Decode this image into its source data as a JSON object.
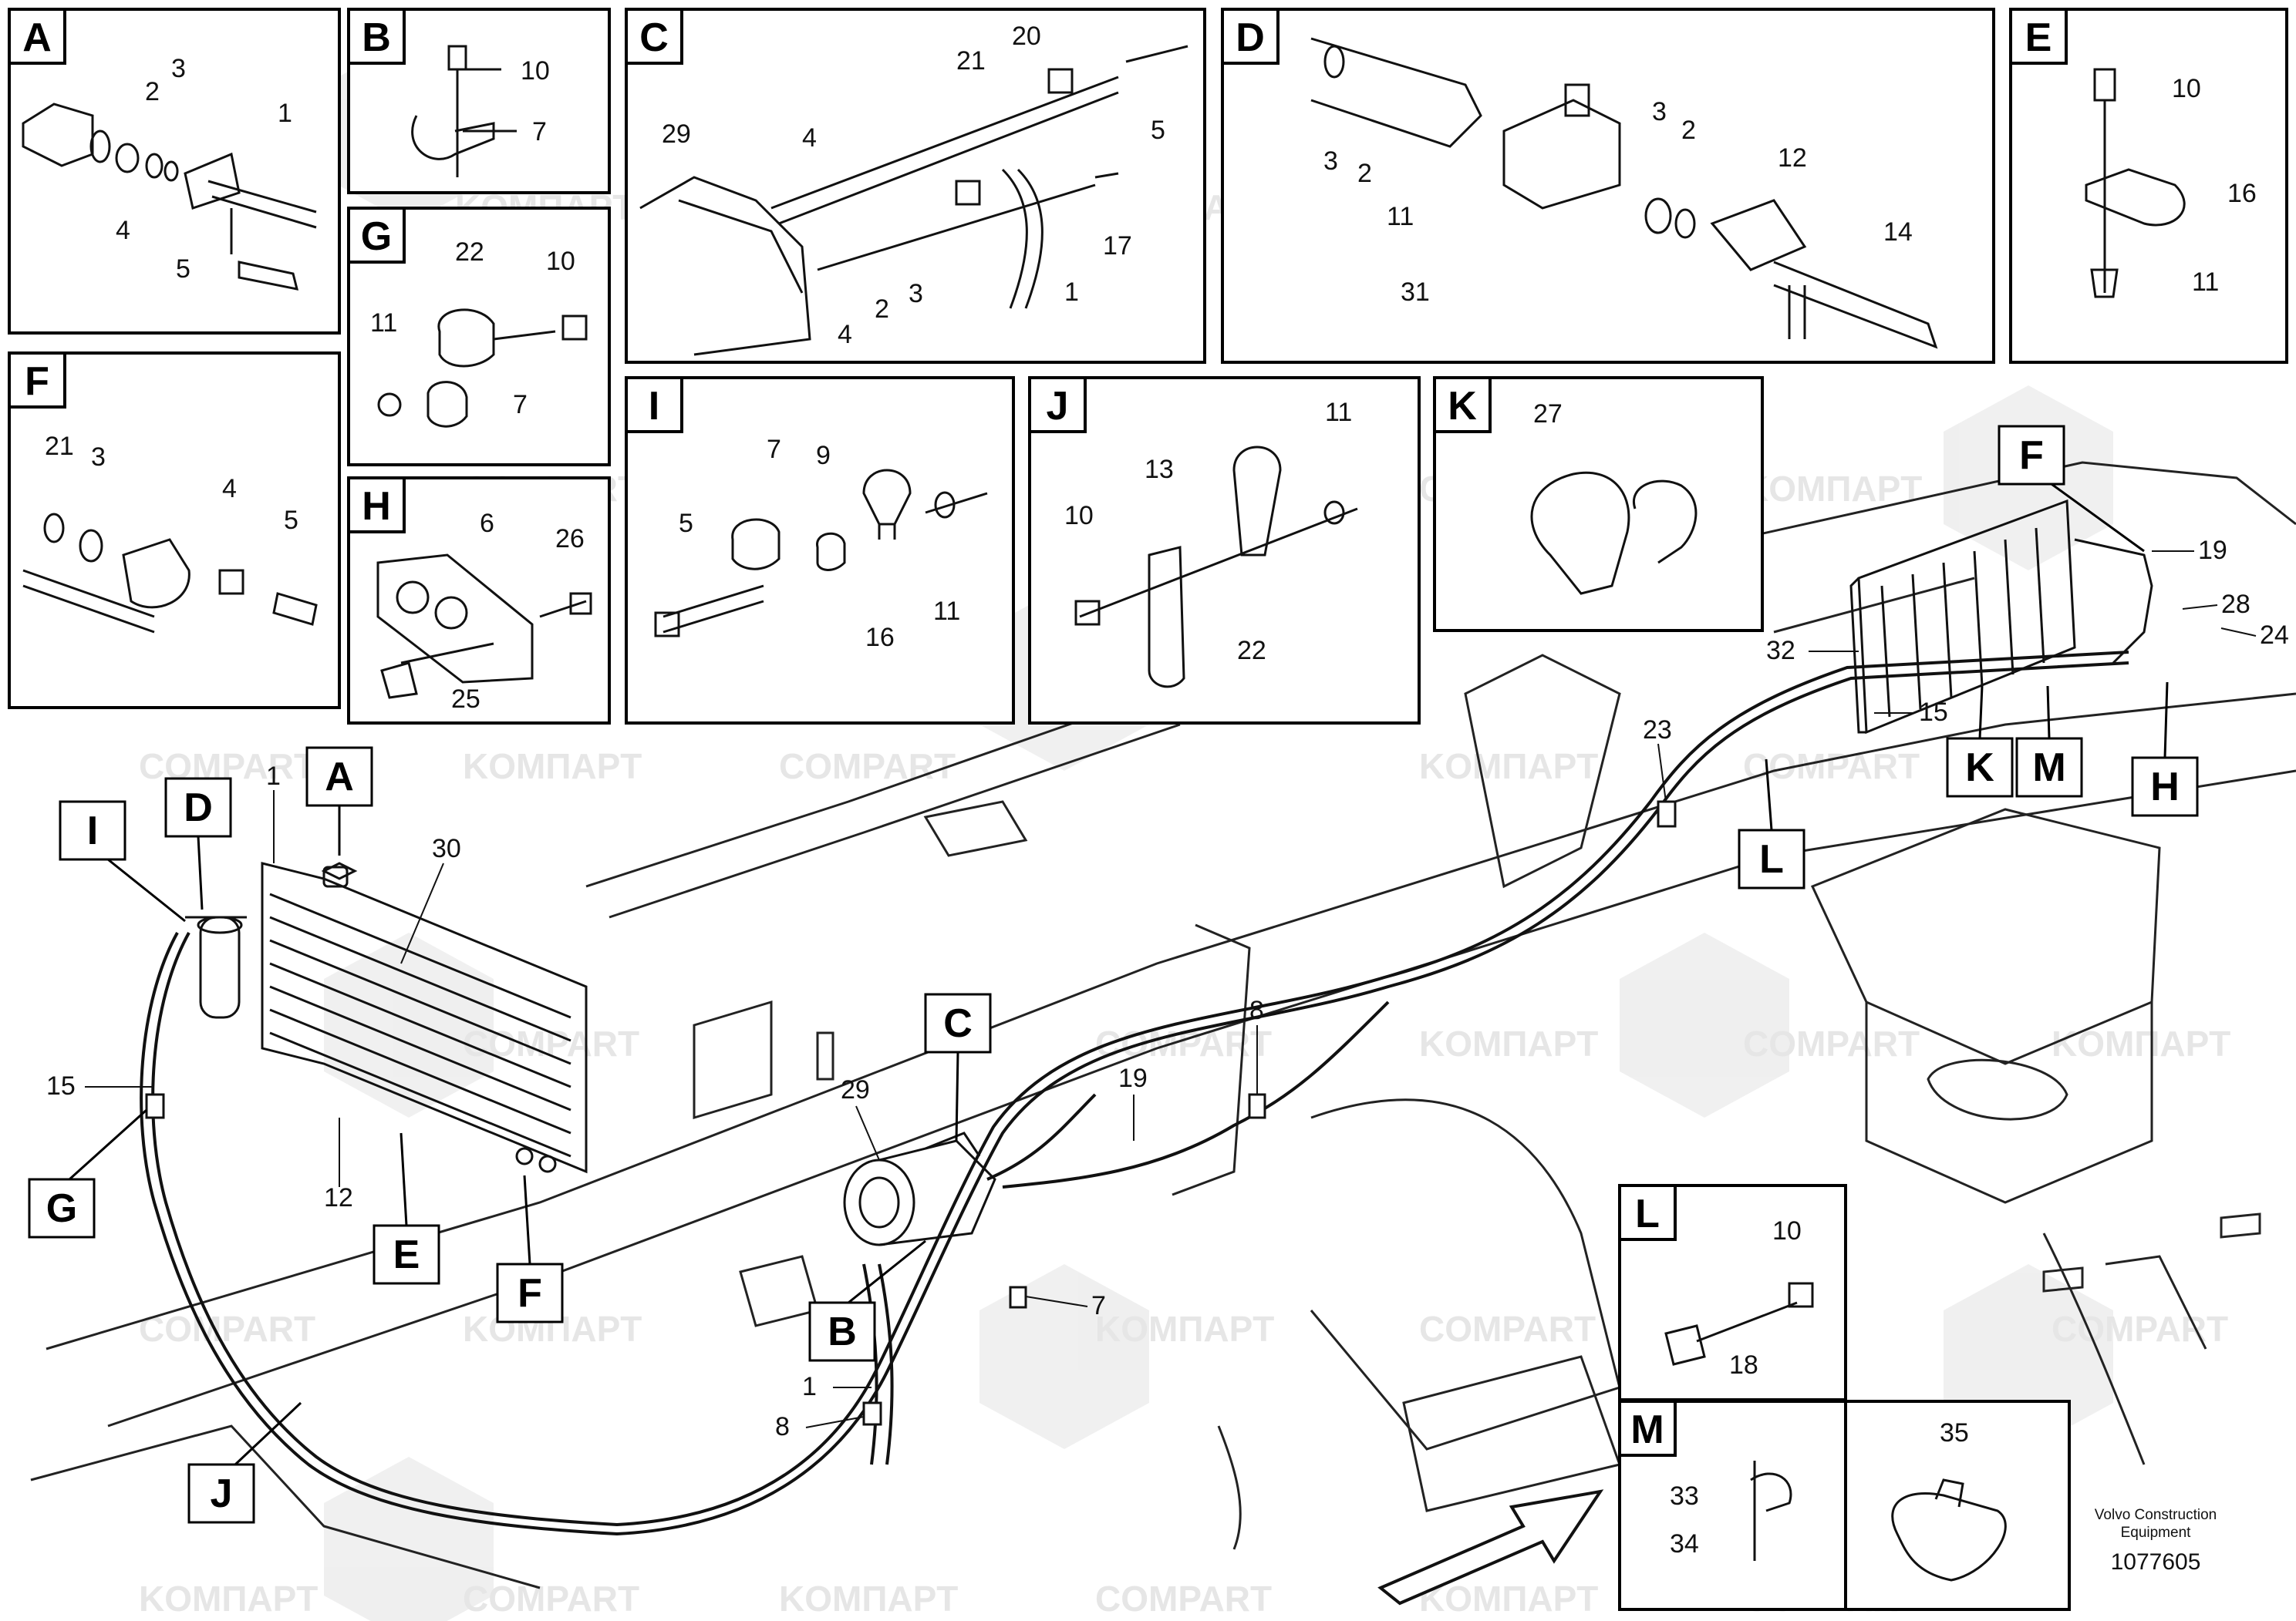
{
  "watermarks": [
    "KOMПAPT",
    "COMPART"
  ],
  "footer": {
    "line1": "Volvo Construction",
    "line2": "Equipment",
    "doc_number": "1077605"
  },
  "panels": {
    "A": {
      "letter": "A",
      "parts": [
        "1",
        "2",
        "3",
        "4",
        "5"
      ]
    },
    "B": {
      "letter": "B",
      "parts": [
        "10",
        "7"
      ]
    },
    "C": {
      "letter": "C",
      "parts": [
        "21",
        "20",
        "5",
        "29",
        "4",
        "17",
        "1",
        "4",
        "2",
        "3"
      ]
    },
    "D": {
      "letter": "D",
      "parts": [
        "3",
        "2",
        "11",
        "3",
        "2",
        "12",
        "14",
        "31"
      ]
    },
    "E": {
      "letter": "E",
      "parts": [
        "10",
        "16",
        "11"
      ]
    },
    "F": {
      "letter": "F",
      "parts": [
        "21",
        "3",
        "4",
        "5"
      ]
    },
    "G": {
      "letter": "G",
      "parts": [
        "22",
        "10",
        "11",
        "7"
      ]
    },
    "H": {
      "letter": "H",
      "parts": [
        "6",
        "26",
        "25"
      ]
    },
    "I": {
      "letter": "I",
      "parts": [
        "7",
        "9",
        "5",
        "16",
        "11"
      ]
    },
    "J": {
      "letter": "J",
      "parts": [
        "11",
        "13",
        "10",
        "22"
      ]
    },
    "K": {
      "letter": "K",
      "parts": [
        "27"
      ]
    },
    "L": {
      "letter": "L",
      "parts": [
        "10",
        "18"
      ]
    },
    "M": {
      "letter": "M",
      "parts": [
        "35",
        "33",
        "34"
      ]
    }
  },
  "main": {
    "callouts": [
      "1",
      "30",
      "15",
      "12",
      "29",
      "8",
      "19",
      "7",
      "1",
      "8",
      "23",
      "32",
      "15",
      "19",
      "28",
      "24"
    ],
    "view_markers": [
      "A",
      "D",
      "I",
      "G",
      "E",
      "F",
      "C",
      "B",
      "J",
      "F",
      "K",
      "M",
      "H",
      "L"
    ]
  }
}
